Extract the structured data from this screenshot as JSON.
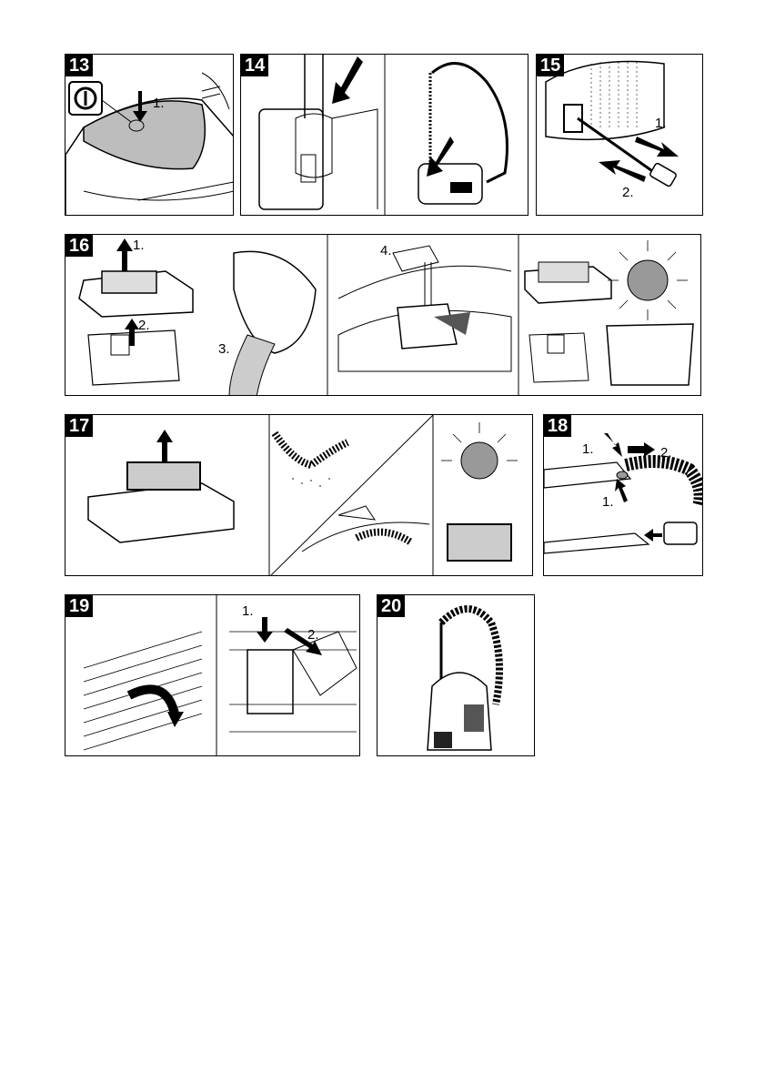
{
  "panels": [
    {
      "id": "13",
      "label": "13",
      "steps": [
        "1."
      ],
      "icon": "power-symbol-icon"
    },
    {
      "id": "14",
      "label": "14",
      "steps": []
    },
    {
      "id": "15",
      "label": "15",
      "steps": [
        "1.",
        "2."
      ]
    },
    {
      "id": "16",
      "label": "16",
      "steps": [
        "1.",
        "2.",
        "3.",
        "4."
      ]
    },
    {
      "id": "17",
      "label": "17",
      "steps": []
    },
    {
      "id": "18",
      "label": "18",
      "steps": [
        "1.",
        "2.",
        "1."
      ]
    },
    {
      "id": "19",
      "label": "19",
      "steps": [
        "1.",
        "2."
      ]
    },
    {
      "id": "20",
      "label": "20",
      "steps": []
    }
  ]
}
